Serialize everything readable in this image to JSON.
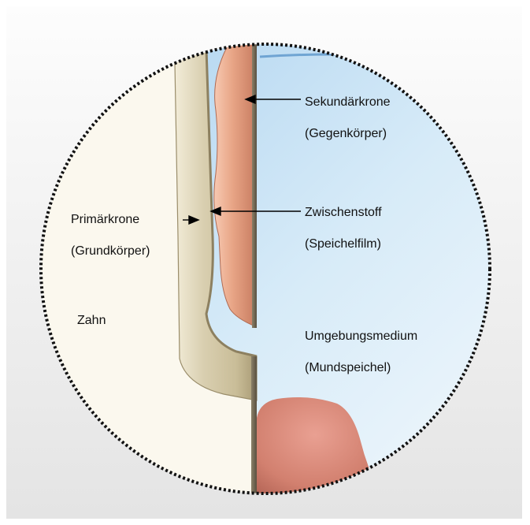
{
  "labels": {
    "secondary_crown": "Sekundärkrone",
    "secondary_crown_sub": "(Gegenkörper)",
    "intermediate": "Zwischenstoff",
    "intermediate_sub": "(Speichelfilm)",
    "primary_crown": "Primärkrone",
    "primary_crown_sub": "(Grundkörper)",
    "tooth": "Zahn",
    "environment": "Umgebungsmedium",
    "environment_sub": "(Mundspeichel)"
  },
  "colors": {
    "medium_top": "#bcdcf2",
    "medium_bottom": "#e9f5fc",
    "tooth": "#fbf8ee",
    "primary_crown": "#d8ceb0",
    "secondary_crown": "#e8a88e",
    "gingiva": "#d9887c",
    "border": "#111111"
  }
}
